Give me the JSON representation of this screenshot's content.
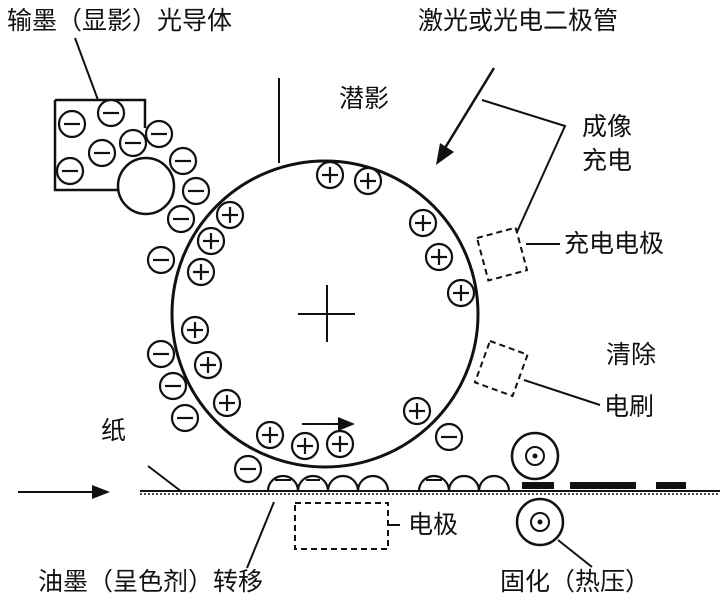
{
  "labels": {
    "toner_photoconductor": "输墨（显影）光导体",
    "laser_diode": "激光或光电二极管",
    "latent_image": "潜影",
    "imaging_charge_line1": "成像",
    "imaging_charge_line2": "充电",
    "charging_electrode": "充电电极",
    "cleaning": "清除",
    "brush": "电刷",
    "paper": "纸",
    "electrode": "电极",
    "toner_transfer": "油墨（呈色剂）转移",
    "fixing": "固化（热压）"
  },
  "symbols": {
    "positive": "plus-in-circle",
    "negative": "minus-in-circle"
  },
  "colors": {
    "stroke": "#111111",
    "background": "#ffffff"
  }
}
